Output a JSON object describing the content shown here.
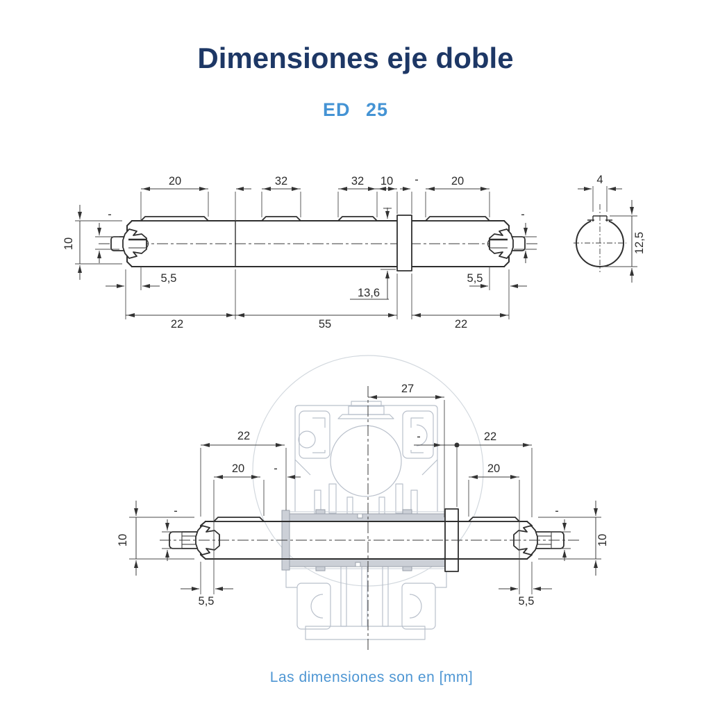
{
  "title": "Dimensiones eje doble",
  "subtitle": "ED 25",
  "footer": "Las dimensiones son en [mm]",
  "top_view": {
    "dim_key_left": "20",
    "dim_key_mid_1": "32",
    "dim_key_mid_2": "32",
    "dim_collar_width": "10",
    "dim_gap_dash": "-",
    "dim_key_right": "20",
    "dim_len_left": "22",
    "dim_len_mid": "55",
    "dim_len_right": "22",
    "dim_key_offset_left": "5,5",
    "dim_key_offset_right": "5,5",
    "dim_collar_pos": "13,6",
    "dim_shaft_height": "10",
    "dim_stub_left": "-",
    "dim_stub_right": "-"
  },
  "section_view": {
    "dim_key_width": "4",
    "dim_total_height": "12,5"
  },
  "front_view": {
    "dim_center_to_face": "27",
    "dim_len_left": "22",
    "dim_len_right": "22",
    "dim_key_left": "20",
    "dim_key_right": "20",
    "dim_face_dash_left": "-",
    "dim_face_dash_right": "-",
    "dim_key_offset_left": "5,5",
    "dim_key_offset_right": "5,5",
    "dim_shaft_height_left": "10",
    "dim_shaft_height_right": "10",
    "dim_stub_left": "-",
    "dim_stub_right": "-"
  },
  "colors": {
    "title": "#1d3765",
    "accent_blue": "#4493d4",
    "line": "#2e2e2e",
    "silhouette": "#b9c0cb"
  }
}
